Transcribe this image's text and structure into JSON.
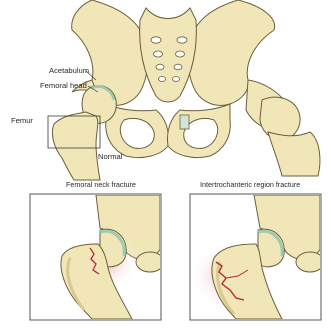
{
  "labels": {
    "acetabulum": "Acetabulum",
    "femoral_head": "Femoral head",
    "femur": "Femur",
    "normal": "Normal"
  },
  "captions": {
    "left_panel": "Femoral neck fracture",
    "right_panel": "Intertrochanteric region fracture"
  },
  "colors": {
    "bone": "#f0e6b8",
    "bone_shadow": "#d8c98c",
    "outline": "#6b5f3a",
    "cartilage": "#cfe5d8",
    "fracture": "#b5283a",
    "bruise": "#e8a7a5"
  }
}
